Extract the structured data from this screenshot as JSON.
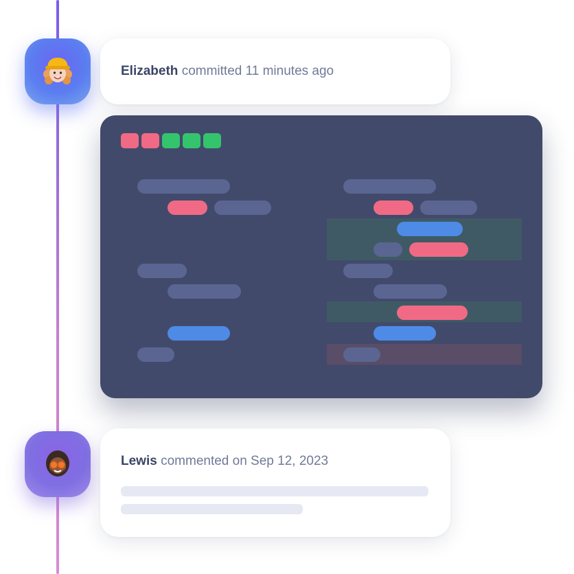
{
  "timeline": [
    {
      "user": "Elizabeth",
      "action": "committed 11 minutes ago",
      "avatar_icon": "memoji-woman-hardhat-icon"
    },
    {
      "user": "Lewis",
      "action": "commented on Sep 12, 2023",
      "avatar_icon": "memoji-man-sunglasses-icon"
    }
  ],
  "colors": {
    "code_bg": "#424a6b",
    "added_row": "#3f5a65",
    "removed_row": "#5a4d68",
    "pill_gray": "#5a6592",
    "pill_pink": "#f06a85",
    "pill_blue": "#4e8be6",
    "dot_red": "#f06a85",
    "dot_green": "#34c46d"
  },
  "window_dots": [
    "red",
    "red",
    "green",
    "green",
    "green"
  ]
}
